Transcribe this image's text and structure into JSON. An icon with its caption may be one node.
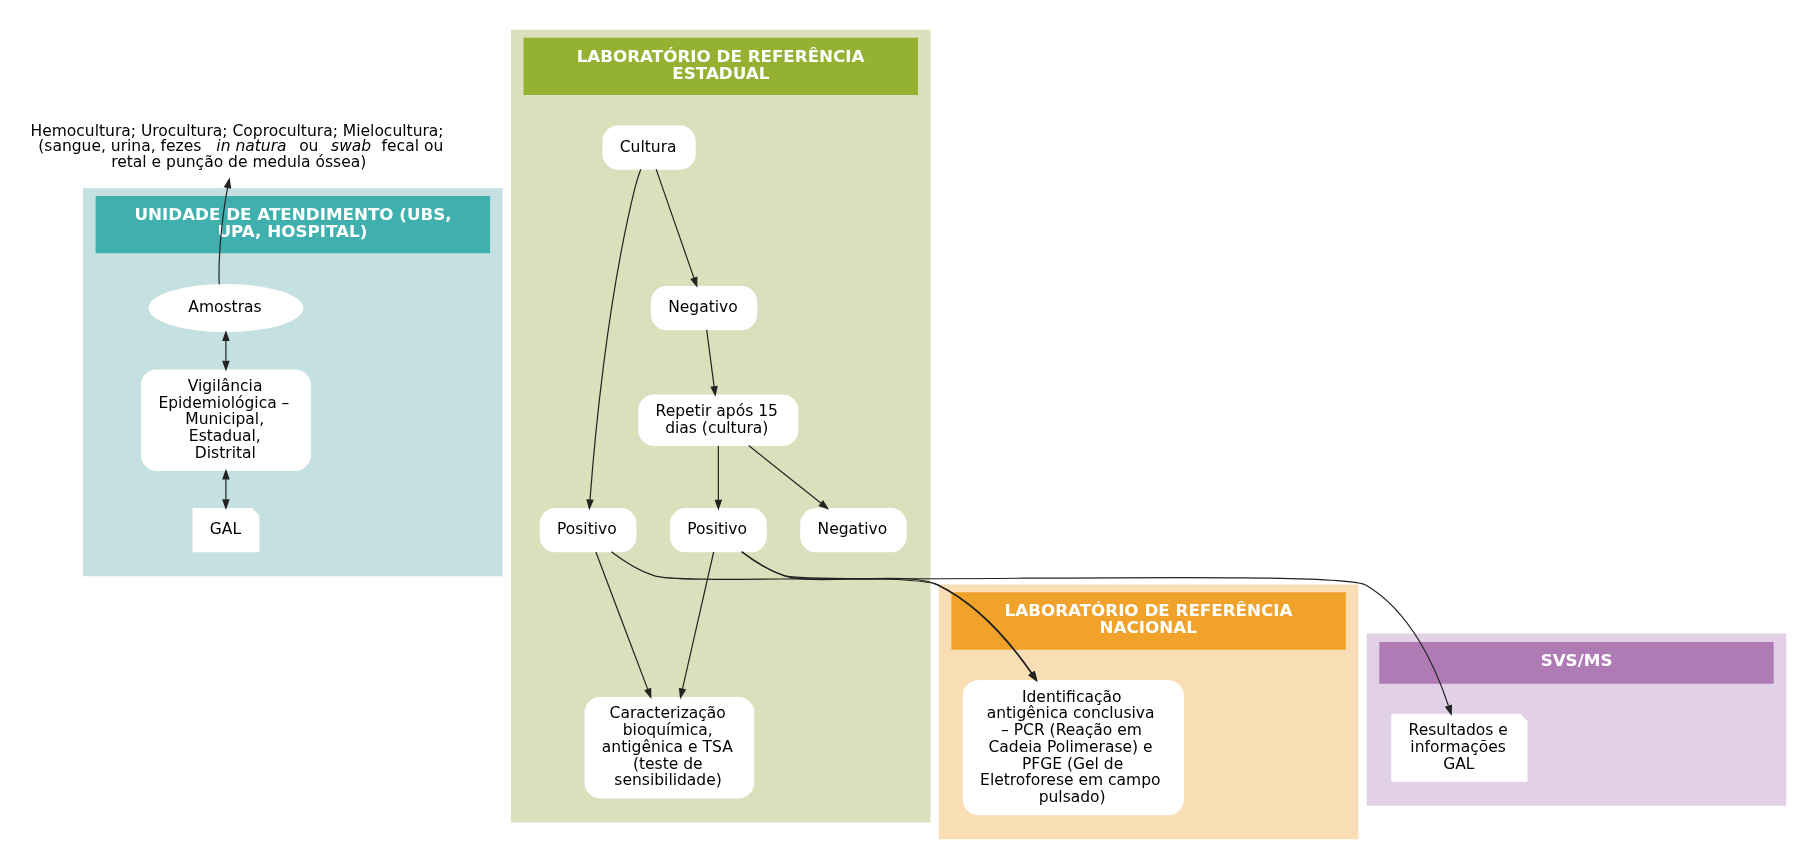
{
  "diagram": {
    "nodes": [
      {
        "text": [
          "UNIDADE DE ATENDIMENTO (UBS, UPA, HOSPITAL)"
        ]
      },
      {
        "text": [
          "Hemocultura; Urocultura; Coprocultura; Mielocultura; (sangue, urina, fezes *in natura* ou *swab* fecal ou retal e punção de medula óssea)"
        ]
      },
      {
        "text": [
          "Amostras"
        ],
        "in": 0
      },
      {
        "text": [
          "Vigilância Epidemiológica – Municipal, Estadual, Distrital"
        ],
        "in": 0
      },
      {
        "text": [
          "GAL"
        ],
        "in": 0
      },
      {
        "text": [
          "LABORATÓRIO DE REFERÊNCIA ESTADUAL"
        ]
      },
      {
        "text": [
          "Cultura"
        ],
        "in": 5
      },
      {
        "text": [
          "Negativo"
        ],
        "in": 5
      },
      {
        "text": [
          "Positivo"
        ],
        "in": 5
      },
      {
        "text": [
          "Repetir após 15 dias (cultura)"
        ],
        "in": 5
      },
      {
        "text": [
          "Negativo"
        ],
        "in": 5
      },
      {
        "text": [
          "Positivo"
        ],
        "in": 5
      },
      {
        "text": [
          "Caracterização bioquímica, antigênica e TSA (teste de sensibilidade)"
        ],
        "in": 5
      },
      {
        "text": [
          "LABORATÓRIO DE REFERÊNCIA NACIONAL"
        ]
      },
      {
        "text": [
          "Identificação antigênica conclusiva – PCR (Reação em Cadeia Polimerase) e PFGE (Gel de Eletroforese em campo pulsado)"
        ],
        "in": 13
      },
      {
        "text": [
          "SVS/MS"
        ]
      },
      {
        "text": [
          "Resultados e informações GAL"
        ],
        "in": 15
      }
    ],
    "edges": [
      {
        "from": 2,
        "to": 1,
        "arrow": "to"
      },
      {
        "from": 2,
        "to": 3,
        "arrow": "both"
      },
      {
        "from": 3,
        "to": 4,
        "arrow": "both"
      },
      {
        "from": 6,
        "to": 7,
        "arrow": "to"
      },
      {
        "from": 6,
        "to": 8,
        "arrow": "to"
      },
      {
        "from": 7,
        "to": 9,
        "arrow": "to"
      },
      {
        "from": 8,
        "to": 14,
        "arrow": "to"
      },
      {
        "from": 8,
        "to": 12,
        "arrow": "to"
      },
      {
        "from": 9,
        "to": 10,
        "arrow": "to"
      },
      {
        "from": 9,
        "to": 11,
        "arrow": "to"
      },
      {
        "from": 11,
        "to": 12,
        "arrow": "to"
      },
      {
        "from": 11,
        "to": 14,
        "arrow": "to"
      },
      {
        "from": 11,
        "to": 16,
        "arrow": "to"
      }
    ]
  }
}
